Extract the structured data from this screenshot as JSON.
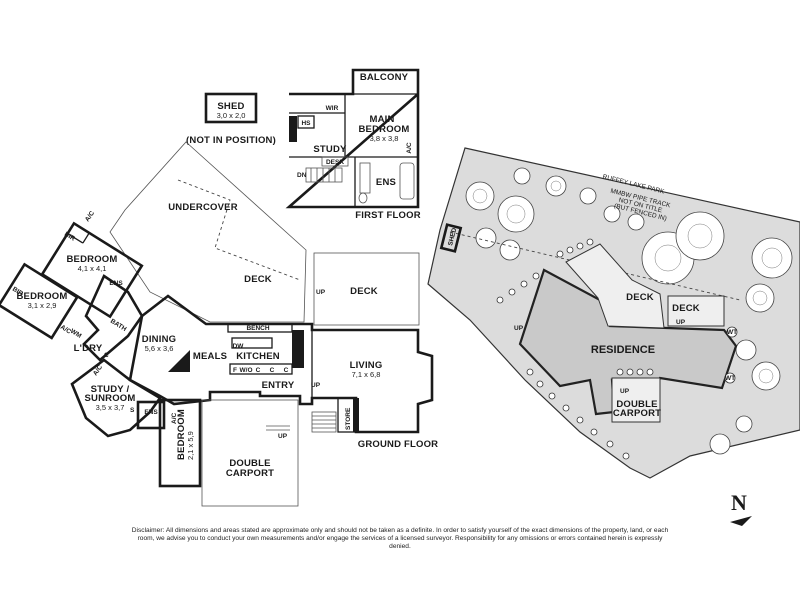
{
  "labels": {
    "shed": "SHED",
    "shed_dim": "3,0 x 2,0",
    "not_in_position": "(NOT IN POSITION)",
    "balcony": "BALCONY",
    "wir": "WIR",
    "hs": "HS",
    "main_bedroom": "MAIN",
    "main_bedroom_2": "BEDROOM",
    "main_bedroom_dim": "3,8 x 3,8",
    "ac": "A/C",
    "study": "STUDY",
    "desk": "DESK",
    "dn": "DN",
    "ens": "ENS",
    "first_floor": "FIRST FLOOR",
    "undercover": "UNDERCOVER",
    "bir": "BIR",
    "bedroom": "BEDROOM",
    "bedroom_41_dim": "4,1 x 4,1",
    "bedroom_31_dim": "3,1 x 2,9",
    "wm": "WM",
    "bath": "BATH",
    "ldry": "L'DRY",
    "c": "C",
    "deck": "DECK",
    "up": "UP",
    "dining": "DINING",
    "dining_dim": "5,6 x 3,6",
    "bench": "BENCH",
    "dw": "DW",
    "kitchen": "KITCHEN",
    "meals": "MEALS",
    "f": "F",
    "wo": "W/O",
    "living": "LIVING",
    "living_dim": "7,1 x 6,8",
    "entry": "ENTRY",
    "store": "STORE",
    "study_sunroom": "STUDY /",
    "study_sunroom_2": "SUNROOM",
    "study_sunroom_dim": "3,5 x 3,7",
    "s": "S",
    "bedroom_21_dim": "2,1 x 5,9",
    "double": "DOUBLE",
    "carport": "CARPORT",
    "ground_floor": "GROUND FLOOR",
    "ruffey_lake_park": "RUFFEY LAKE PARK",
    "mmbw_1": "MMBW PIPE TRACK",
    "mmbw_2": "NOT ON TITLE",
    "mmbw_3": "(BUT FENCED IN)",
    "residence": "RESIDENCE",
    "wt": "WT",
    "north": "N"
  },
  "disclaimer": "Disclaimer: All dimensions and areas stated are approximate only and should not be taken as a definite. In order to satisfy yourself of the exact dimensions of the property, land, or each room, we advise you to conduct your own measurements and/or engage the services of a licensed surveyor. Responsibility for any omissions or errors contained herein is expressly denied."
}
